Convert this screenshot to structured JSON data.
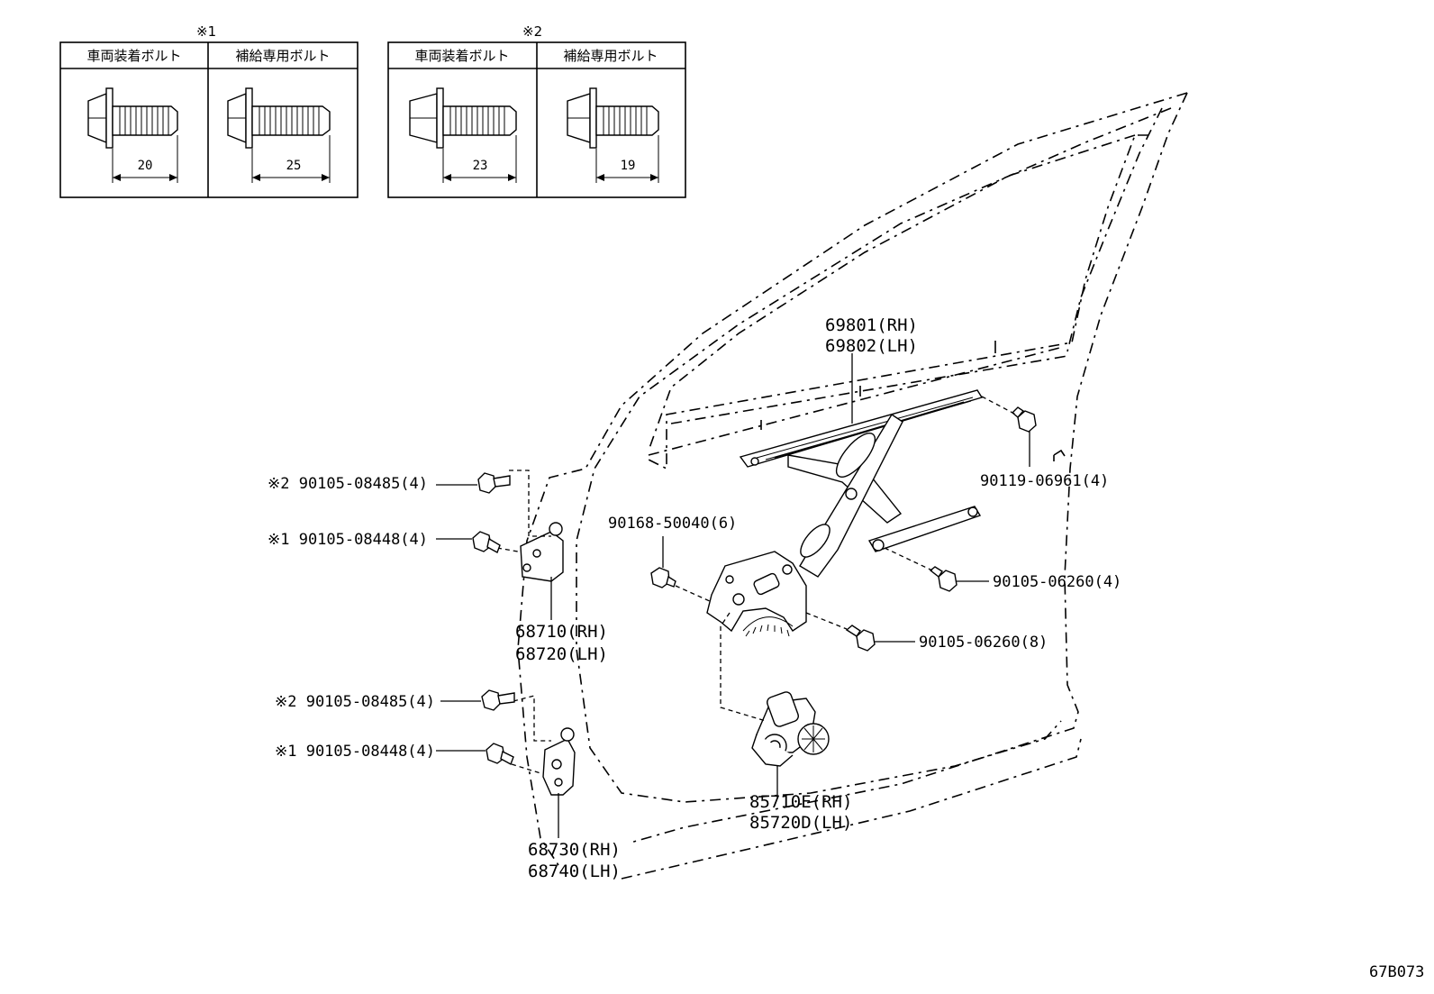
{
  "bolt_tables": [
    {
      "mark": "※1",
      "headers": [
        "車両装着ボルト",
        "補給専用ボルト"
      ],
      "dims": [
        "20",
        "25"
      ]
    },
    {
      "mark": "※2",
      "headers": [
        "車両装着ボルト",
        "補給専用ボルト"
      ],
      "dims": [
        "23",
        "19"
      ]
    }
  ],
  "callouts": {
    "regulator_rh": "69801(RH)",
    "regulator_lh": "69802(LH)",
    "bolt_90119": "90119-06961(4)",
    "bolt_90168": "90168-50040(6)",
    "bolt_06260_4": "90105-06260(4)",
    "bolt_06260_8": "90105-06260(8)",
    "upper_bolt_08485": "※2 90105-08485(4)",
    "upper_bolt_08448": "※1 90105-08448(4)",
    "lower_bolt_08485": "※2 90105-08485(4)",
    "lower_bolt_08448": "※1 90105-08448(4)",
    "upper_hinge_rh": "68710(RH)",
    "upper_hinge_lh": "68720(LH)",
    "lower_hinge_rh": "68730(RH)",
    "lower_hinge_lh": "68740(LH)",
    "motor_rh": "85710E(RH)",
    "motor_lh": "85720D(LH)"
  },
  "figure_code": "67B073"
}
